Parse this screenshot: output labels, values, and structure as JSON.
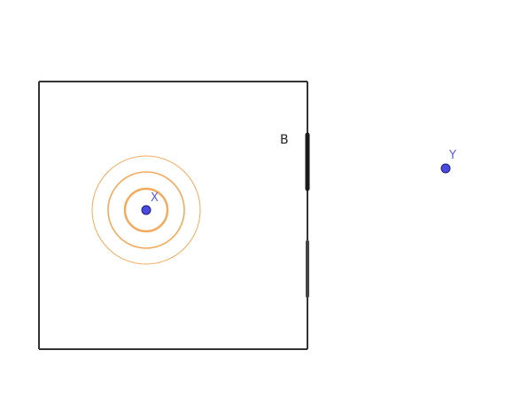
{
  "diagram": {
    "points": {
      "x": {
        "label": "X"
      },
      "y": {
        "label": "Y"
      }
    },
    "segment_b": {
      "label": "B"
    }
  },
  "colors": {
    "background": "#ffffff",
    "wall": "#333333",
    "opening_b": "#1a1a1a",
    "opening_lower": "#444444",
    "wave_rings": "#f4a95a",
    "point_fill": "#4a4adf",
    "point_stroke": "#1f1f7a",
    "point_label": "#5a5ae0",
    "segment_label": "#222222"
  }
}
